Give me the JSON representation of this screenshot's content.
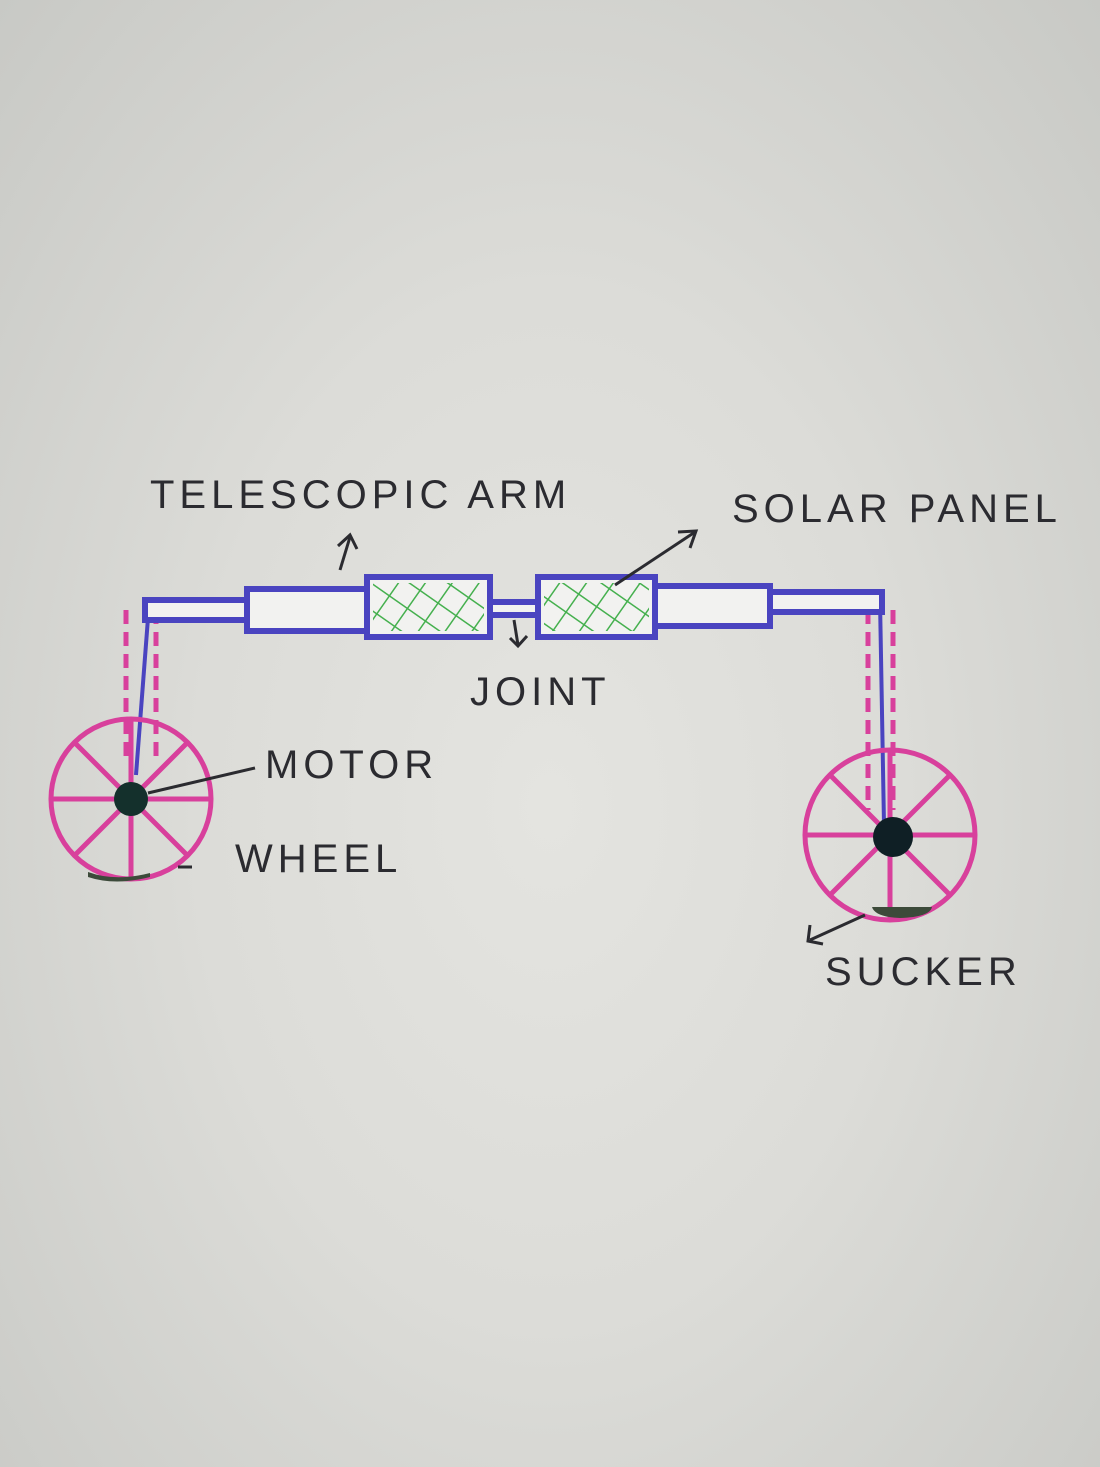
{
  "labels": {
    "telescopic_arm": "TELESCOPIC ARM",
    "solar_panel": "SOLAR PANEL",
    "joint": "JOINT",
    "motor": "MOTOR",
    "wheel": "WHEEL",
    "sucker": "SUCKER"
  },
  "colors": {
    "arm": "#4a44c0",
    "wheel": "#d8409c",
    "solar_panel": "#45b04e",
    "motor": "#14302c",
    "sucker": "#3c4a3a",
    "ink": "#2b2b30"
  }
}
